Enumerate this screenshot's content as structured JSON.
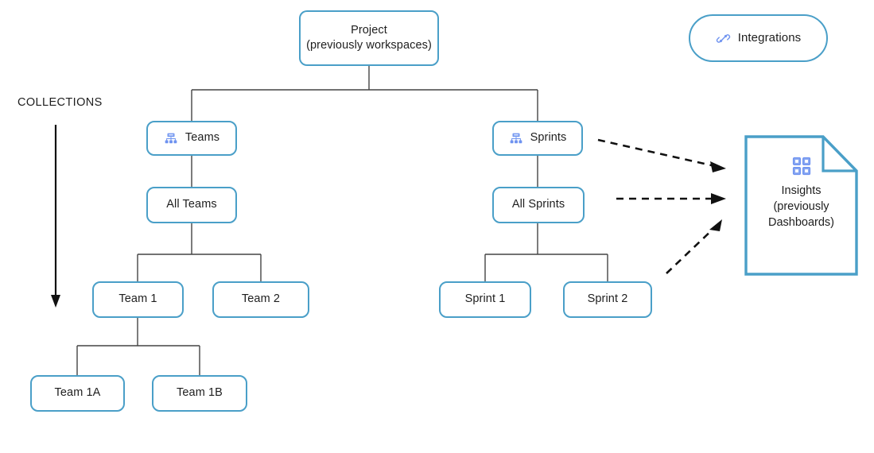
{
  "diagram": {
    "title": "Project hierarchy and collections diagram",
    "colors": {
      "node_border": "#4a9fc8",
      "connector": "#444444",
      "icon_blue": "#6f93f0",
      "text": "#1e1e1e"
    },
    "annotation": {
      "collections_label": "COLLECTIONS",
      "arrow_direction": "down"
    },
    "nodes": {
      "project": {
        "label": "Project\n(previously workspaces)",
        "shape": "rounded-rect"
      },
      "integrations": {
        "label": "Integrations",
        "shape": "pill",
        "icon": "link-icon"
      },
      "teams": {
        "label": "Teams",
        "shape": "rounded-rect",
        "icon": "sitemap-icon"
      },
      "sprints": {
        "label": "Sprints",
        "shape": "rounded-rect",
        "icon": "sitemap-icon"
      },
      "all_teams": {
        "label": "All Teams",
        "shape": "rounded-rect"
      },
      "all_sprints": {
        "label": "All Sprints",
        "shape": "rounded-rect"
      },
      "team_1": {
        "label": "Team 1",
        "shape": "rounded-rect"
      },
      "team_2": {
        "label": "Team 2",
        "shape": "rounded-rect"
      },
      "team_1a": {
        "label": "Team 1A",
        "shape": "rounded-rect"
      },
      "team_1b": {
        "label": "Team 1B",
        "shape": "rounded-rect"
      },
      "sprint_1": {
        "label": "Sprint 1",
        "shape": "rounded-rect"
      },
      "sprint_2": {
        "label": "Sprint 2",
        "shape": "rounded-rect"
      },
      "insights": {
        "label": "Insights\n(previously\nDashboards)",
        "shape": "document",
        "icon": "dashboard-grid-icon"
      }
    },
    "edges": [
      {
        "from": "project",
        "to": "teams",
        "style": "solid"
      },
      {
        "from": "project",
        "to": "sprints",
        "style": "solid"
      },
      {
        "from": "teams",
        "to": "all_teams",
        "style": "solid"
      },
      {
        "from": "all_teams",
        "to": "team_1",
        "style": "solid"
      },
      {
        "from": "all_teams",
        "to": "team_2",
        "style": "solid"
      },
      {
        "from": "team_1",
        "to": "team_1a",
        "style": "solid"
      },
      {
        "from": "team_1",
        "to": "team_1b",
        "style": "solid"
      },
      {
        "from": "sprints",
        "to": "all_sprints",
        "style": "solid"
      },
      {
        "from": "all_sprints",
        "to": "sprint_1",
        "style": "solid"
      },
      {
        "from": "all_sprints",
        "to": "sprint_2",
        "style": "solid"
      },
      {
        "from": "sprints",
        "to": "insights",
        "style": "dashed-arrow"
      },
      {
        "from": "all_sprints",
        "to": "insights",
        "style": "dashed-arrow"
      },
      {
        "from": "sprint_2",
        "to": "insights",
        "style": "dashed-arrow"
      }
    ]
  }
}
